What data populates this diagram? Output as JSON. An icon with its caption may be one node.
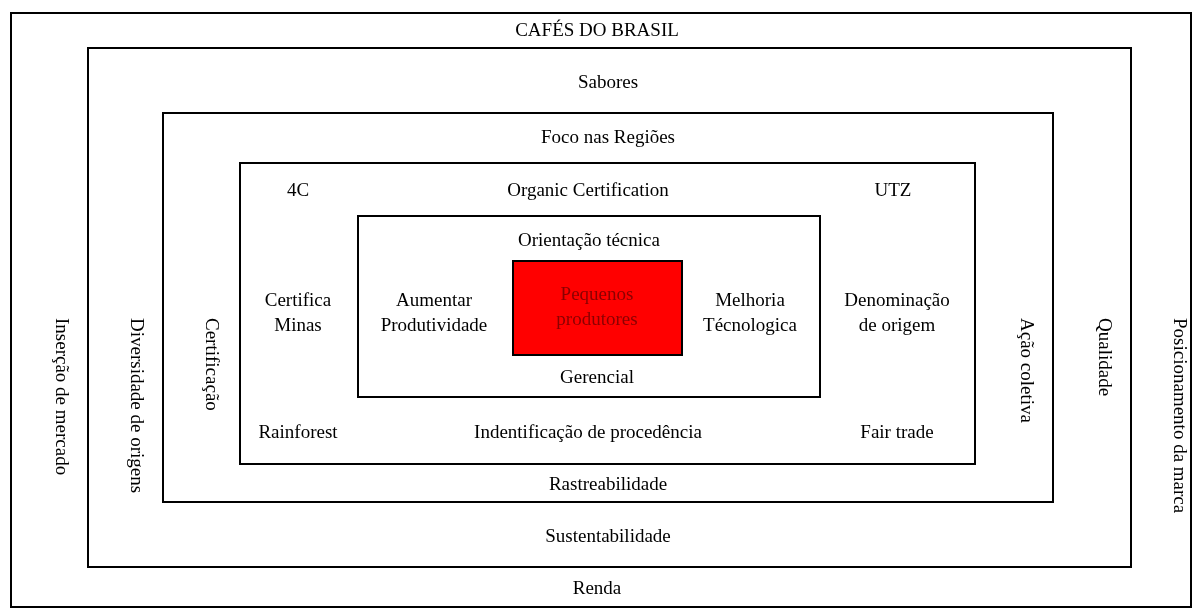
{
  "diagram": {
    "nodes": [
      {
        "text": [
          "CAFÉS DO BRASIL",
          "Inserção de mercado",
          "Posicionamento da marca",
          "Renda"
        ]
      },
      {
        "text": [
          "Sabores",
          "Diversidade de origens",
          "Qualidade",
          "Sustentabilidade"
        ],
        "in": 0
      },
      {
        "text": [
          "Foco nas Regiões",
          "Certificação",
          "Ação coletiva",
          "Rastreabilidade"
        ],
        "in": 1
      },
      {
        "text": [
          "4C",
          "Organic Certification",
          "UTZ",
          "Certifica Minas",
          "Denominação de origem",
          "Rainforest",
          "Indentificação de procedência",
          "Fair trade"
        ],
        "in": 2
      },
      {
        "text": [
          "Orientação técnica",
          "Aumentar Produtividade",
          "Melhoria Técnologica",
          "Gerencial"
        ],
        "in": 3
      },
      {
        "text": [
          "Pequenos produtores"
        ],
        "in": 4
      }
    ]
  }
}
